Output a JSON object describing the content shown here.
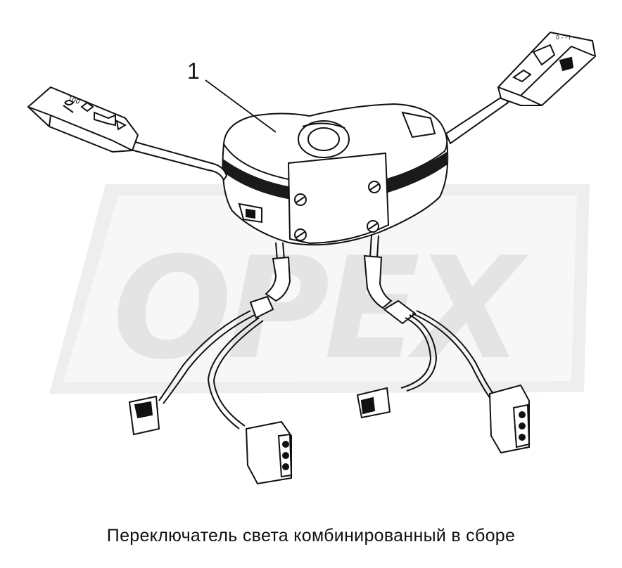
{
  "watermark": {
    "text": "OPEX",
    "color": "#e6e6e6",
    "frame_color": "#eeeeee"
  },
  "callout": {
    "number": "1"
  },
  "caption": "Переключатель света комбинированный в сборе",
  "colors": {
    "ink": "#111111",
    "body_fill": "#ffffff",
    "band": "#1a1a1a"
  }
}
